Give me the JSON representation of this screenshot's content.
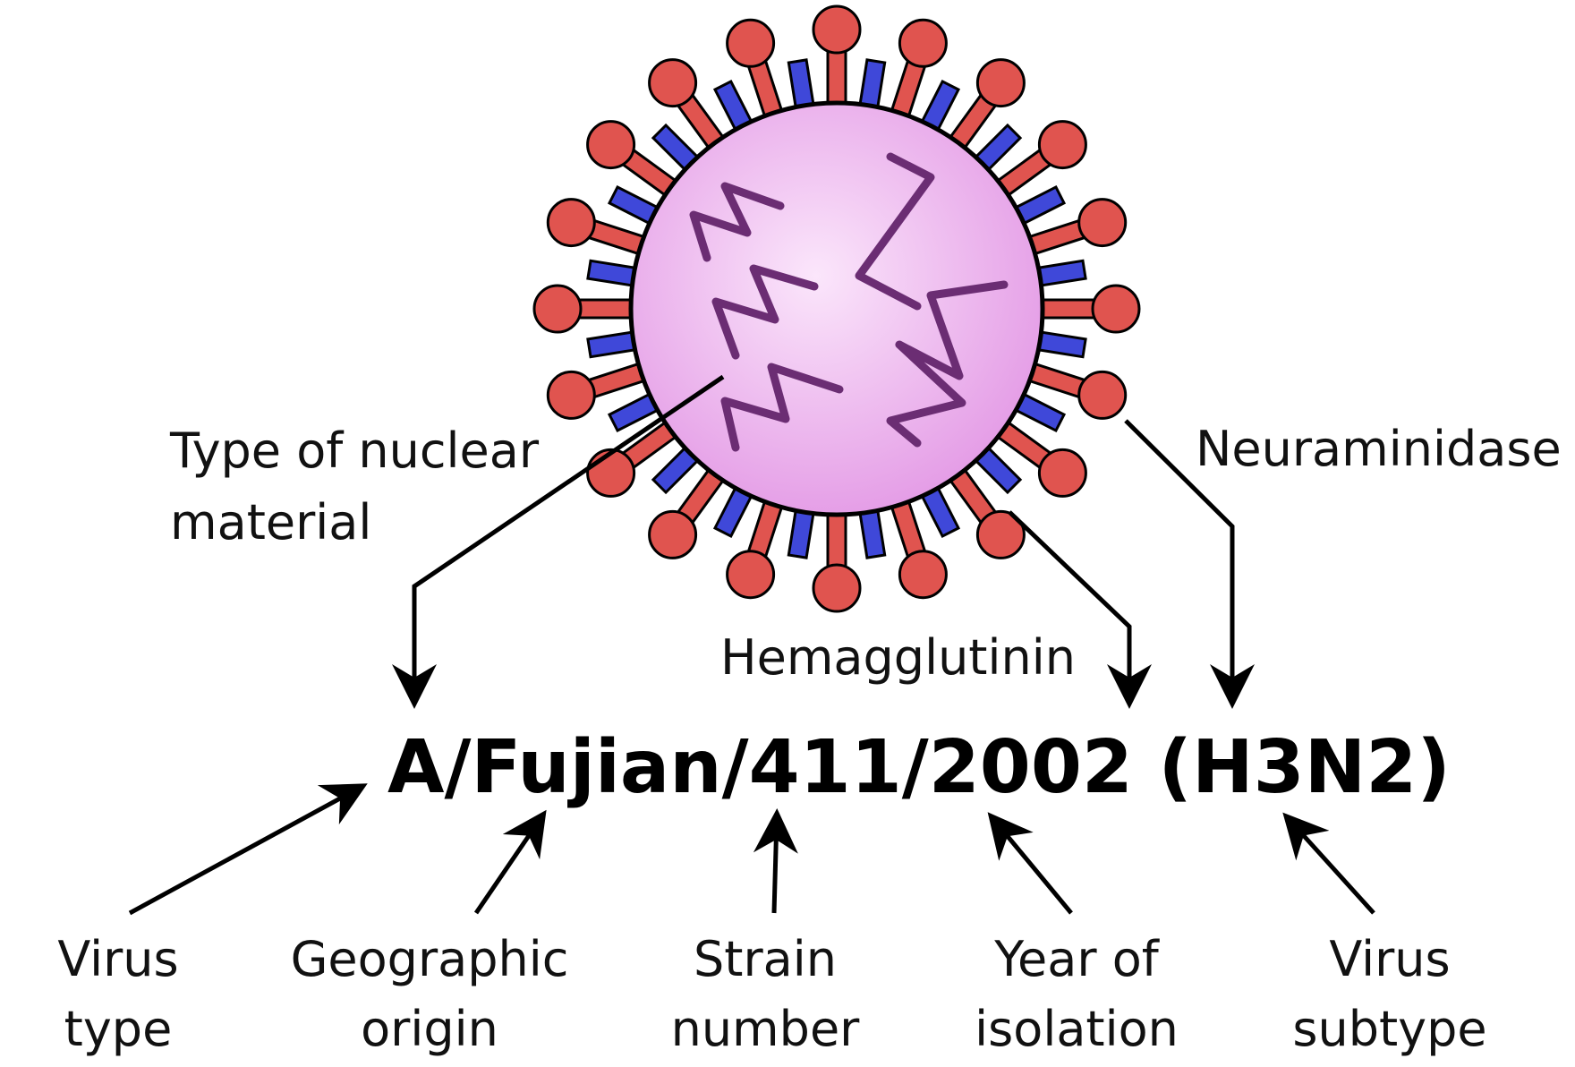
{
  "strain": {
    "full": "A/Fujian/411/2002 (H3N2)"
  },
  "labels": {
    "nuclear_line1": "Type of nuclear",
    "nuclear_line2": "material",
    "neuraminidase": "Neuraminidase",
    "hemagglutinin": "Hemagglutinin",
    "virus_type_line1": "Virus",
    "virus_type_line2": "type",
    "geo_line1": "Geographic",
    "geo_line2": "origin",
    "strain_line1": "Strain",
    "strain_line2": "number",
    "year_line1": "Year of",
    "year_line2": "isolation",
    "subtype_line1": "Virus",
    "subtype_line2": "subtype"
  },
  "colors": {
    "virion_fill": "#e49ce6",
    "virion_highlight": "#fbe6fb",
    "hemagglutinin": "#e0544f",
    "neuraminidase": "#3f48d9",
    "rna": "#6b2d73"
  },
  "spike_counts": {
    "hemagglutinin": 20,
    "neuraminidase": 20
  }
}
